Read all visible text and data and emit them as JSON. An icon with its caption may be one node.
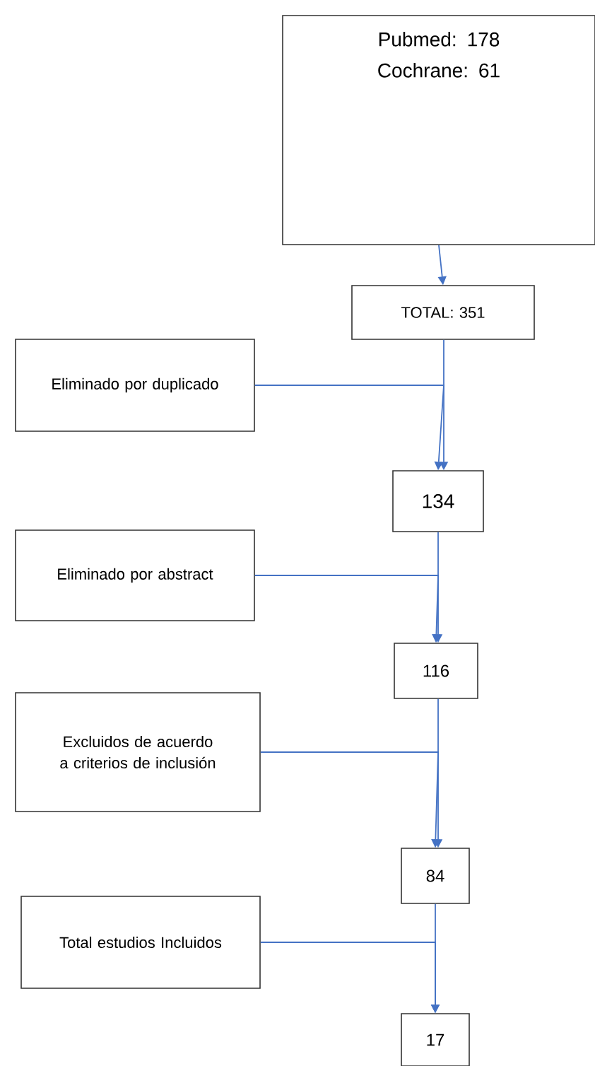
{
  "diagram": {
    "nodes": [
      {
        "text": [
          "Pubmed: 178",
          "Cochrane: 61"
        ]
      },
      {
        "text": [
          "TOTAL: 351"
        ]
      },
      {
        "text": [
          "Eliminado por duplicado"
        ]
      },
      {
        "text": [
          "134"
        ]
      },
      {
        "text": [
          "Eliminado por abstract"
        ]
      },
      {
        "text": [
          "116"
        ]
      },
      {
        "text": [
          "Excluidos de acuerdo a criterios de inclusión"
        ]
      },
      {
        "text": [
          "84"
        ]
      },
      {
        "text": [
          "Total estudios Incluidos"
        ]
      },
      {
        "text": [
          "17"
        ]
      }
    ],
    "edges": [
      {
        "from": 0,
        "to": 1,
        "arrow": "to"
      },
      {
        "from": 1,
        "to": 3,
        "arrow": "to"
      },
      {
        "from": 2,
        "to": 3,
        "arrow": "to"
      },
      {
        "from": 3,
        "to": 5,
        "arrow": "to"
      },
      {
        "from": 4,
        "to": 5,
        "arrow": "to"
      },
      {
        "from": 5,
        "to": 7,
        "arrow": "to"
      },
      {
        "from": 6,
        "to": 7,
        "arrow": "to"
      },
      {
        "from": 7,
        "to": 9,
        "arrow": "to"
      },
      {
        "from": 8,
        "to": 9,
        "arrow": "to"
      }
    ]
  }
}
